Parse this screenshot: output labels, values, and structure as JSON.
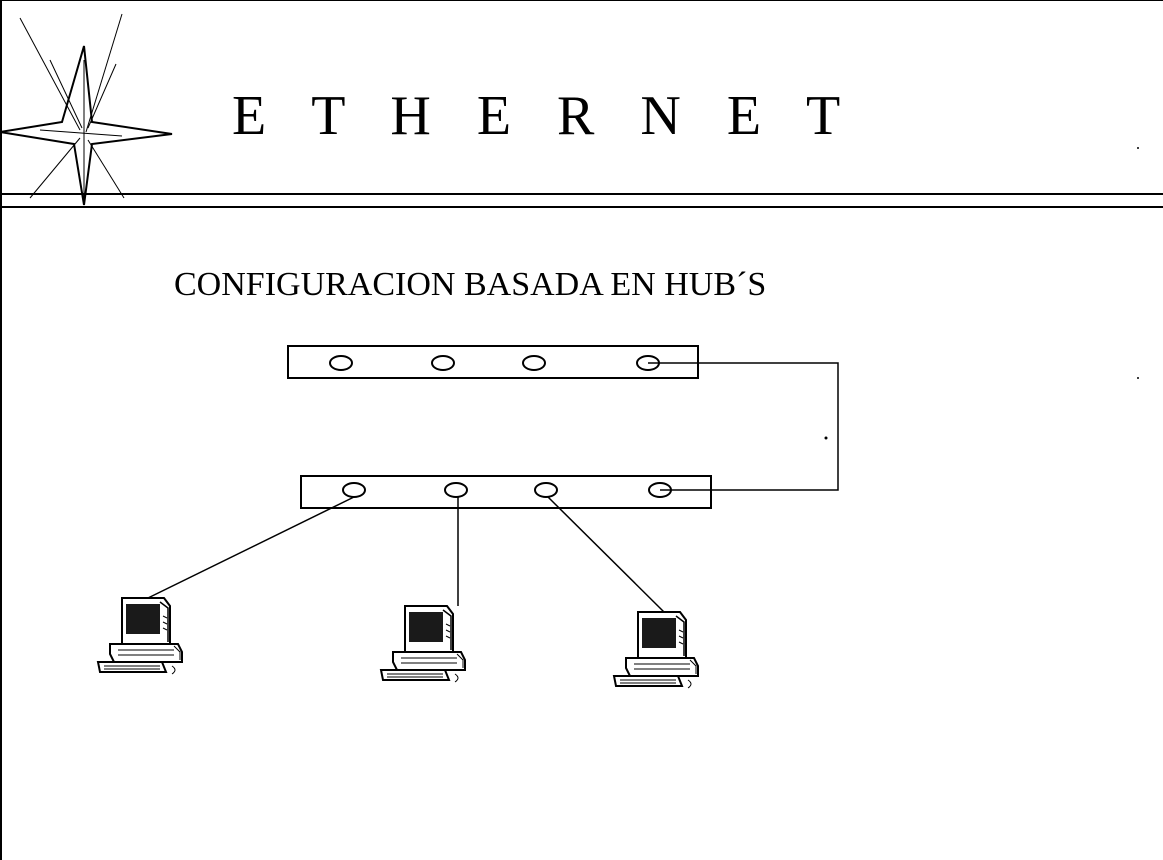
{
  "slide": {
    "title": "E T H E R N E T",
    "subtitle": "CONFIGURACION BASADA EN HUB´S"
  },
  "icons": {
    "logo": "starburst-logo",
    "workstation": "desktop-computer-icon"
  },
  "diagram": {
    "hubs": [
      {
        "id": "upper-hub",
        "ports": 4
      },
      {
        "id": "lower-hub",
        "ports": 4
      }
    ],
    "workstations": 3,
    "links": [
      {
        "from": "upper-hub.port-4",
        "to": "lower-hub.port-4"
      },
      {
        "from": "lower-hub.port-1",
        "to": "workstation-1"
      },
      {
        "from": "lower-hub.port-2",
        "to": "workstation-2"
      },
      {
        "from": "lower-hub.port-3",
        "to": "workstation-3"
      }
    ]
  },
  "colors": {
    "ink": "#000000",
    "background": "#ffffff",
    "screen": "#1a1a1a"
  }
}
